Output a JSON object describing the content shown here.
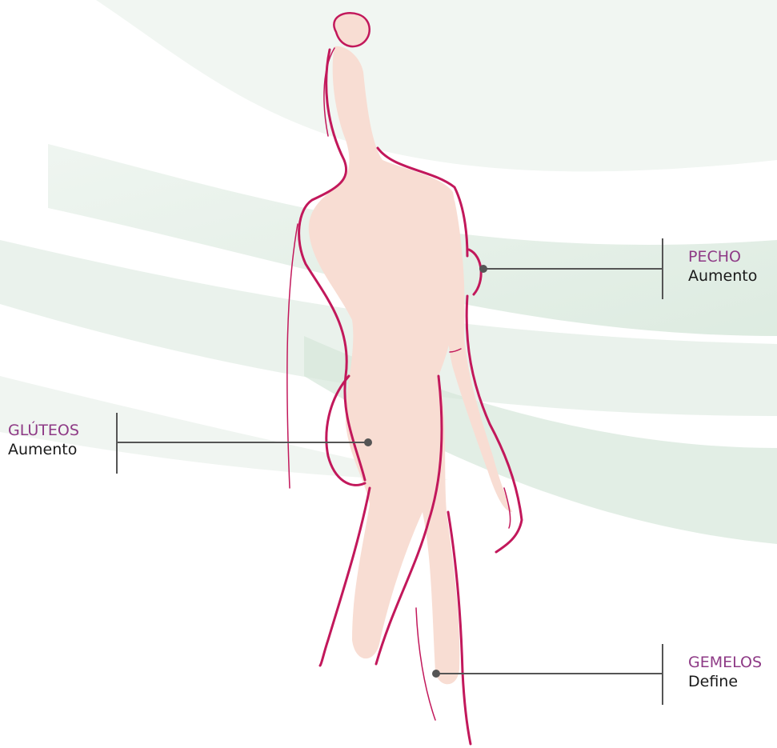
{
  "colors": {
    "figure_fill": "#f8ddd3",
    "figure_outline": "#c2185b",
    "label_title": "#8e3a86",
    "label_sub": "#1a1a1a",
    "callout_line": "#555555",
    "background_swoosh": "#dce9df"
  },
  "callouts": {
    "pecho": {
      "title": "PECHO",
      "sub": "Aumento"
    },
    "gluteos": {
      "title": "GLÚTEOS",
      "sub": "Aumento"
    },
    "gemelos": {
      "title": "GEMELOS",
      "sub": "Define"
    }
  }
}
